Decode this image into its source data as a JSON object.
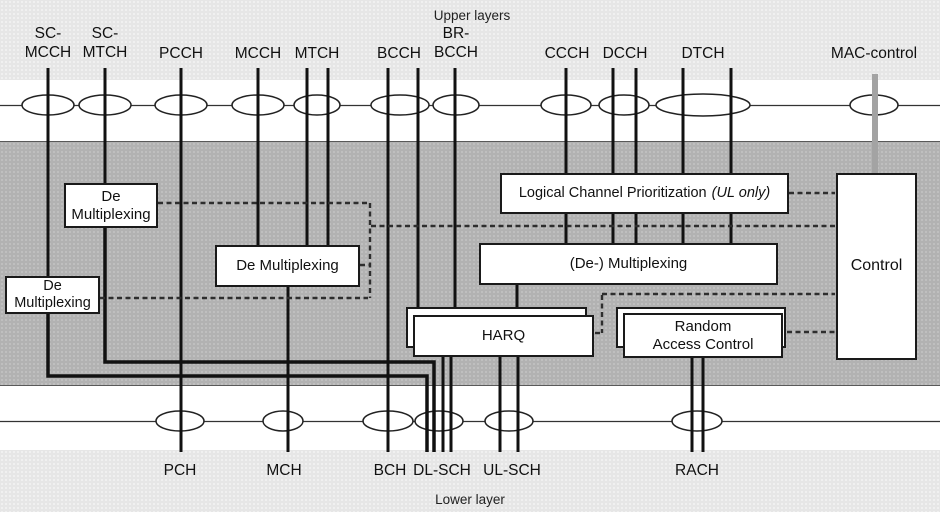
{
  "layer_labels": {
    "upper": "Upper layers",
    "lower": "Lower layer"
  },
  "logical_channels": [
    {
      "id": "sc-mcch",
      "lines": [
        "SC-",
        "MCCH"
      ]
    },
    {
      "id": "sc-mtch",
      "lines": [
        "SC-",
        "MTCH"
      ]
    },
    {
      "id": "pcch",
      "lines": [
        "PCCH"
      ]
    },
    {
      "id": "mcch",
      "lines": [
        "MCCH"
      ]
    },
    {
      "id": "mtch",
      "lines": [
        "MTCH"
      ]
    },
    {
      "id": "bcch",
      "lines": [
        "BCCH"
      ]
    },
    {
      "id": "br-bcch",
      "lines": [
        "BR-",
        "BCCH"
      ]
    },
    {
      "id": "ccch",
      "lines": [
        "CCCH"
      ]
    },
    {
      "id": "dcch",
      "lines": [
        "DCCH"
      ]
    },
    {
      "id": "dtch",
      "lines": [
        "DTCH"
      ]
    },
    {
      "id": "mac-control",
      "lines": [
        "MAC-control"
      ]
    }
  ],
  "transport_channels": [
    {
      "id": "pch",
      "label": "PCH"
    },
    {
      "id": "mch",
      "label": "MCH"
    },
    {
      "id": "bch",
      "label": "BCH"
    },
    {
      "id": "dl-sch",
      "label": "DL-SCH"
    },
    {
      "id": "ul-sch",
      "label": "UL-SCH"
    },
    {
      "id": "rach",
      "label": "RACH"
    }
  ],
  "blocks": {
    "de_multiplexing_upper": {
      "lines": [
        "De",
        "Multiplexing"
      ]
    },
    "de_multiplexing_lower": {
      "lines": [
        "De",
        "Multiplexing"
      ]
    },
    "de_multiplexing_mch": {
      "label": "De Multiplexing"
    },
    "lcp": {
      "label": "Logical Channel Prioritization",
      "suffix": "(UL only)"
    },
    "de_multiplexing_main": {
      "label": "(De-) Multiplexing"
    },
    "harq": {
      "label": "HARQ"
    },
    "random_access_control": {
      "lines": [
        "Random",
        "Access Control"
      ]
    },
    "control": {
      "label": "Control"
    }
  },
  "colors": {
    "band_light": "#e6e6e6",
    "band_mid": "#b2b2b2",
    "line_black": "#111111",
    "dashed_line": "#2e2e2e",
    "mac_control_line": "#a3a3a3",
    "box_background": "#ffffff",
    "box_border": "#1a1a1a"
  }
}
